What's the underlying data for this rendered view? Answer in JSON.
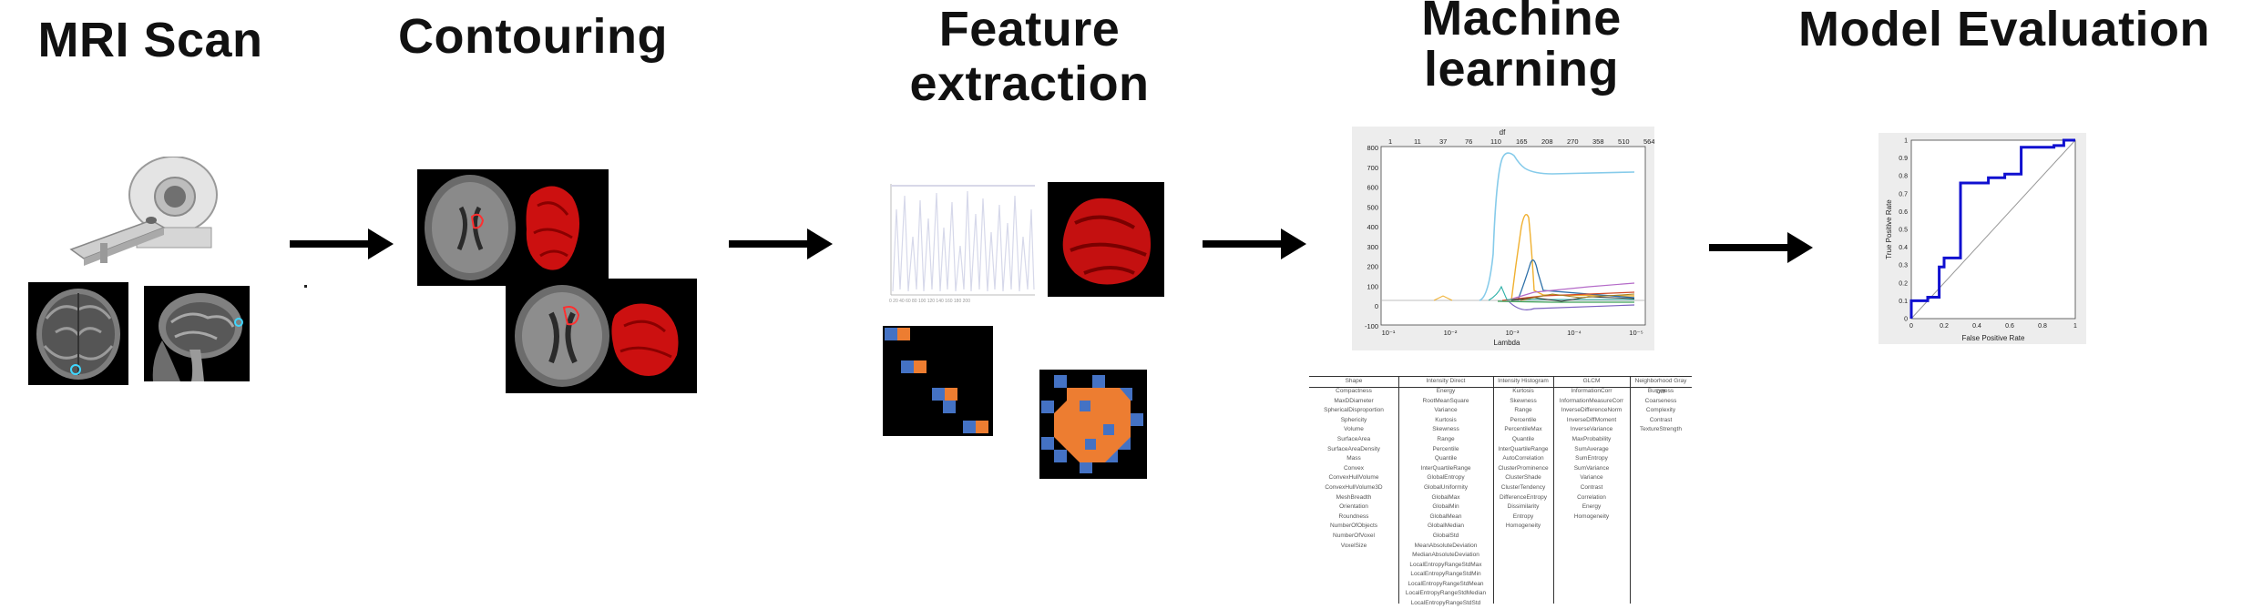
{
  "titles": {
    "mri": "MRI Scan",
    "contouring": "Contouring",
    "feature": [
      "Feature",
      "extraction"
    ],
    "ml": [
      "Machine",
      "learning"
    ],
    "eval": "Model Evaluation"
  },
  "lasso_plot": {
    "top_axis_label": "df",
    "top_ticks": [
      "1",
      "11",
      "37",
      "76",
      "110",
      "165",
      "208",
      "270",
      "358",
      "510",
      "564"
    ],
    "y_ticks": [
      "800",
      "700",
      "600",
      "500",
      "400",
      "300",
      "200",
      "100",
      "0",
      "-100"
    ],
    "x_ticks": [
      "10⁻¹",
      "10⁻²",
      "10⁻³",
      "10⁻⁴",
      "10⁻⁵"
    ],
    "x_label": "Lambda"
  },
  "roc_plot": {
    "x_label": "False Positive Rate",
    "y_label": "True Positive Rate",
    "x_ticks": [
      "0",
      "0.2",
      "0.4",
      "0.6",
      "0.8",
      "1"
    ],
    "y_ticks": [
      "0",
      "0.1",
      "0.2",
      "0.3",
      "0.4",
      "0.5",
      "0.6",
      "0.7",
      "0.8",
      "0.9",
      "1"
    ],
    "curve_fpr": [
      0,
      0,
      0.05,
      0.1,
      0.1,
      0.17,
      0.17,
      0.2,
      0.2,
      0.3,
      0.3,
      0.47,
      0.47,
      0.57,
      0.57,
      0.67,
      0.67,
      0.87,
      0.87,
      0.93,
      0.93,
      1.0
    ],
    "curve_tpr": [
      0,
      0.1,
      0.1,
      0.1,
      0.12,
      0.12,
      0.29,
      0.29,
      0.34,
      0.34,
      0.76,
      0.76,
      0.79,
      0.79,
      0.81,
      0.81,
      0.96,
      0.96,
      0.97,
      0.97,
      1.0,
      1.0
    ]
  },
  "feature_table": {
    "columns": [
      {
        "header": "Shape",
        "items": [
          "Compactness",
          "MaxDDiameter",
          "SphericalDisproportion",
          "Sphericity",
          "Volume",
          "SurfaceArea",
          "SurfaceAreaDensity",
          "Mass",
          "Convex",
          "ConvexHullVolume",
          "ConvexHullVolume3D",
          "MeshBreadth",
          "Orientation",
          "Roundness",
          "NumberOfObjects",
          "NumberOfVoxel",
          "VoxelSize"
        ]
      },
      {
        "header": "Intensity Direct",
        "items": [
          "Energy",
          "RootMeanSquare",
          "Variance",
          "Kurtosis",
          "Skewness",
          "Range",
          "Percentile",
          "Quantile",
          "InterQuartileRange",
          "GlobalEntropy",
          "GlobalUniformity",
          "GlobalMax",
          "GlobalMin",
          "GlobalMean",
          "GlobalMedian",
          "GlobalStd",
          "MeanAbsoluteDeviation",
          "MedianAbsoluteDeviation",
          "LocalEntropyRangeStdMax",
          "LocalEntropyRangeStdMin",
          "LocalEntropyRangeStdMean",
          "LocalEntropyRangeStdMedian",
          "LocalEntropyRangeStdStd"
        ]
      },
      {
        "header": "Intensity Histogram",
        "items": [
          "Kurtosis",
          "Skewness",
          "Range",
          "Percentile",
          "PercentileMax",
          "Quantile",
          "InterQuartileRange",
          "AutoCorrelation",
          "ClusterProminence",
          "ClusterShade",
          "ClusterTendency",
          "DifferenceEntropy",
          "Dissimilarity",
          "Entropy",
          "Homogeneity"
        ]
      },
      {
        "header": "GLCM",
        "items": [
          "InformationCorr",
          "InformationMeasureCorr",
          "InverseDifferenceNorm",
          "InverseDiffMoment",
          "InverseVariance",
          "MaxProbability",
          "SumAverage",
          "SumEntropy",
          "SumVariance",
          "Variance",
          "Contrast",
          "Correlation",
          "Energy",
          "Homogeneity"
        ]
      },
      {
        "header": "Neighborhood Gray Diff",
        "items": [
          "Busyness",
          "Coarseness",
          "Complexity",
          "Contrast",
          "TextureStrength"
        ]
      }
    ]
  }
}
